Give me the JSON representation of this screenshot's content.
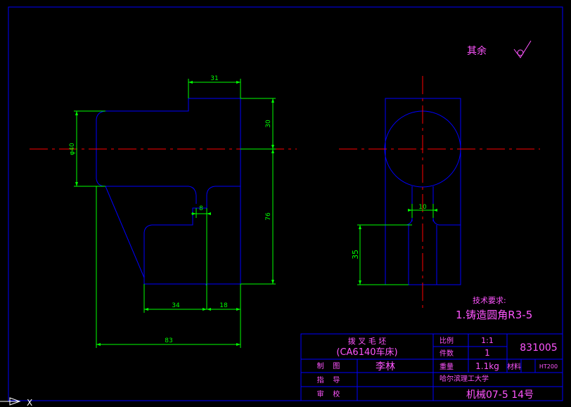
{
  "colors": {
    "background": "#000000",
    "outline": "#0000ff",
    "dimension": "#00ff00",
    "centerline": "#ff0000",
    "text": "#ff55ff",
    "border": "#0000ff"
  },
  "surface_finish": {
    "label": "其余",
    "symbol_icon": "roughness-check-icon"
  },
  "dimensions": {
    "d31": "31",
    "d30": "30",
    "d40": "φ40",
    "d76": "76",
    "d8": "8",
    "d34": "34",
    "d18": "18",
    "d83": "83",
    "d10": "10",
    "d35": "35"
  },
  "tech_requirements": {
    "title": "技术要求:",
    "item1": "1.铸造圆角R3-5"
  },
  "title_block": {
    "part_name": "拨 叉 毛 坯",
    "part_model": "(CA6140车床)",
    "scale_label": "比例",
    "scale_value": "1:1",
    "count_label": "件数",
    "count_value": "1",
    "drawing_no": "831005",
    "made_by_label": "制    图",
    "made_by_name": "李林",
    "guide_label": "指    导",
    "check_label": "审    校",
    "weight_label": "重量",
    "weight_value": "1.1kg",
    "material_label": "材料",
    "material_value": "HT200",
    "university": "哈尔滨理工大学",
    "class_info": "机械07-5 14号"
  },
  "ucs": {
    "x_label": "X"
  }
}
